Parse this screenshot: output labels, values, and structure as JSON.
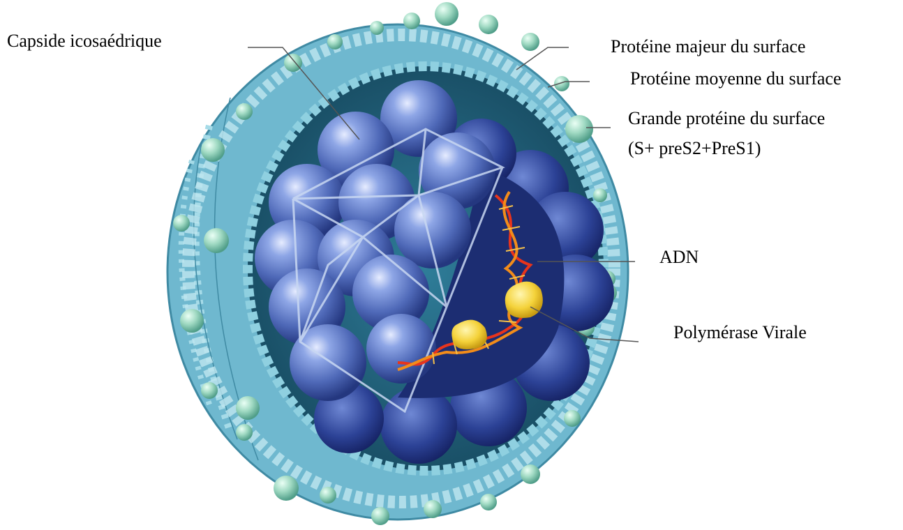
{
  "labels": {
    "capside": "Capside icosaédrique",
    "majeur": "Protéine majeur du surface",
    "moyenne": "Protéine moyenne du surface",
    "grande_line1": "Grande protéine du surface",
    "grande_line2": "(S+ preS2+PreS1)",
    "adn": "ADN",
    "polymerase": "Polymérase Virale"
  },
  "colors": {
    "envelope": "#7ec4d8",
    "envelope_dark": "#3f8aa3",
    "interior": "#1f5a73",
    "capsid": "#5a78c0",
    "capsid_dark": "#24377f",
    "core": "#1a2a6b",
    "surface_protein": "#9fd9c2",
    "dna_strand_1": "#e8341c",
    "dna_strand_2": "#f28c1a",
    "polymerase": "#f4d23a"
  }
}
